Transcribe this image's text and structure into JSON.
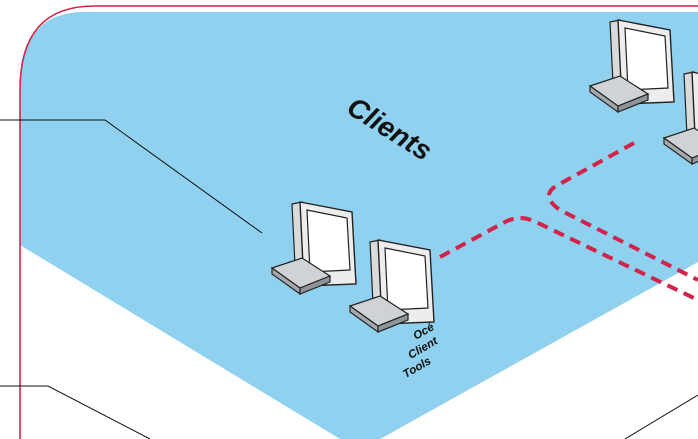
{
  "zone": {
    "title": "Clients",
    "fill_color": "#8fd1ee",
    "border_color": "#d2234a"
  },
  "connection": {
    "style": "dashed",
    "color": "#d2234a"
  },
  "client_tools": {
    "label_lines": [
      "Océ",
      "Client",
      "Tools"
    ]
  },
  "devices": [
    {
      "type": "computer",
      "name": "workstation-left"
    },
    {
      "type": "computer",
      "name": "workstation-right"
    },
    {
      "type": "computer",
      "name": "workstation-top-right"
    },
    {
      "type": "computer",
      "name": "workstation-far-right"
    }
  ]
}
